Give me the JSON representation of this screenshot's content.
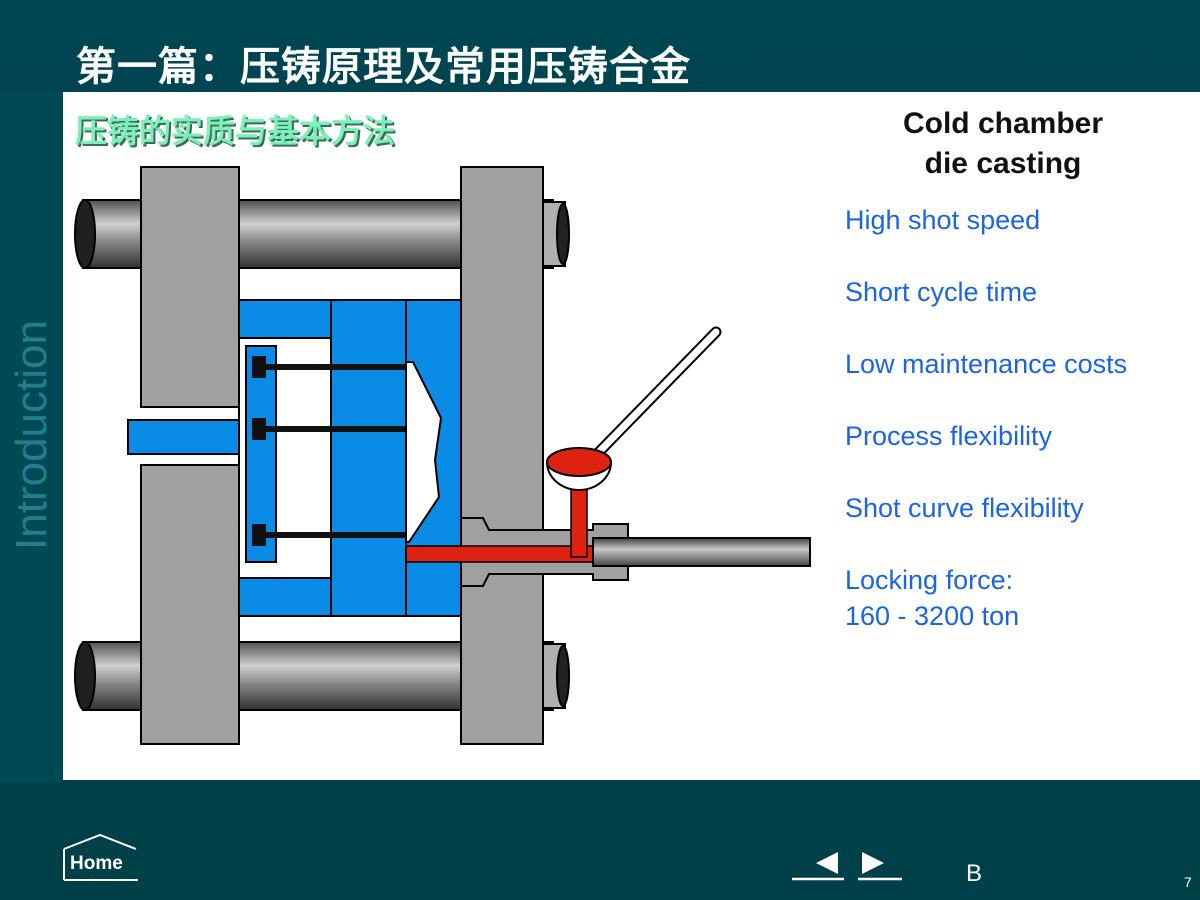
{
  "slide": {
    "title": "第一篇：压铸原理及常用压铸合金",
    "subtitle": "压铸的实质与基本方法",
    "side_label": "Introduction"
  },
  "panel": {
    "heading_line1": "Cold chamber",
    "heading_line2": "die casting",
    "features": [
      "High shot speed",
      "Short cycle time",
      "Low maintenance costs",
      "Process flexibility",
      "Shot curve flexibility",
      "Locking force:",
      "160 - 3200 ton"
    ]
  },
  "footer": {
    "home_label": "Home",
    "letter": "B",
    "page_number": "7"
  },
  "icons": {
    "home": "house-outline-icon",
    "prev": "triangle-left-icon",
    "next": "triangle-right-icon"
  },
  "colors": {
    "background": "#004450",
    "die_blue": "#0a8ce6",
    "platen_gray": "#a0a0a0",
    "molten_metal": "#dd2211",
    "feature_text": "#1a64e6",
    "subtitle_green": "#7bf0b8"
  }
}
